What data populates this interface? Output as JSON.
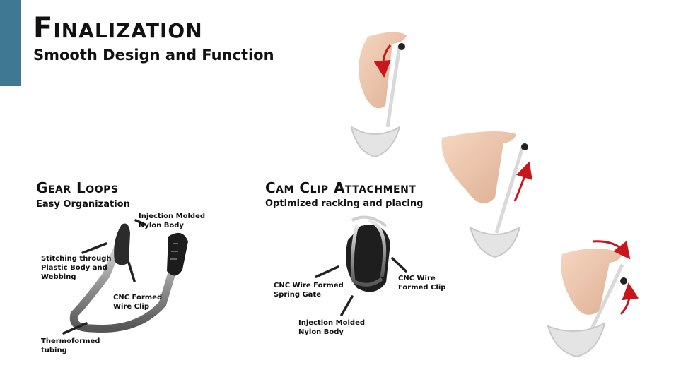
{
  "header": {
    "title": "Finalization",
    "subtitle": "Smooth Design and Function"
  },
  "gear_loops": {
    "title": "Gear Loops",
    "subtitle": "Easy Organization",
    "callouts": {
      "injection": "Injection Molded\nNylon Body",
      "stitching": "Stitching through\nPlastic Body and\nWebbing",
      "wire_clip": "CNC Formed\nWire Clip",
      "tubing": "Thermoformed\ntubing"
    }
  },
  "cam_clip": {
    "title": "Cam Clip Attachment",
    "subtitle": "Optimized racking and placing",
    "callouts": {
      "spring_gate": "CNC Wire Formed\nSpring Gate",
      "wire_clip": "CNC Wire\nFormed Clip",
      "injection": "Injection Molded\nNylon Body"
    }
  },
  "colors": {
    "accent": "#3f7893",
    "arrow": "#c8161d"
  }
}
